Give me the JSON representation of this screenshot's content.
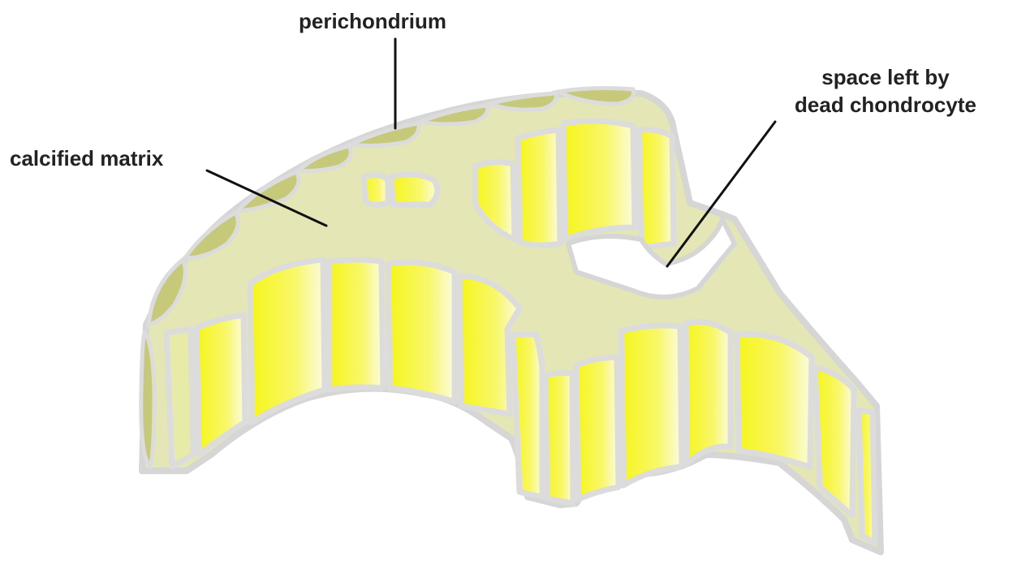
{
  "labels": {
    "perichondrium": "perichondrium",
    "calcified_matrix": "calcified matrix",
    "space_line1": "space left by",
    "space_line2": "dead chondrocyte"
  },
  "colors": {
    "matrix": "#e4e6b6",
    "perichondrium": "#c6c97a",
    "chondrocyte": "#f4f41e",
    "chondrocyte_light": "#fafad0",
    "border": "#d9d9d9",
    "leader_line": "#111111"
  }
}
